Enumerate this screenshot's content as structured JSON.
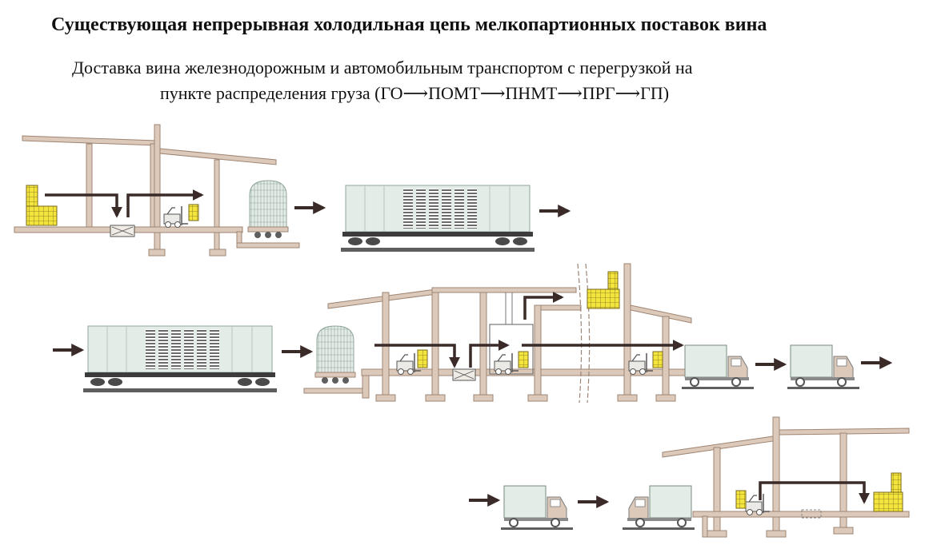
{
  "title": "Существующая непрерывная холодильная  цепь  мелкопартионных поставок  вина",
  "subtitle": {
    "line1": "Доставка вина железнодорожным и автомобильным транспортом с перегрузкой на",
    "line2_prefix": "пункте распределения груза  (",
    "route": [
      "ГО",
      "ПОМТ",
      "ПНМТ",
      "ПРГ",
      "ГП"
    ],
    "line2_suffix": ")"
  },
  "colors": {
    "structure": "#dcc9b9",
    "structure_edge": "#9e8574",
    "arrow": "#3a2a28",
    "wagon": "#e3ece6",
    "wagon_edge": "#8fa59a",
    "cargo": "#f3e53d",
    "truck_body": "#e3ece6",
    "rail": "#5e5e5e"
  },
  "icons": [
    "forklift-icon",
    "cargo-box-icon",
    "tank-wagon-icon",
    "freight-wagon-icon",
    "truck-icon",
    "warehouse-icon",
    "flow-arrow-icon"
  ]
}
